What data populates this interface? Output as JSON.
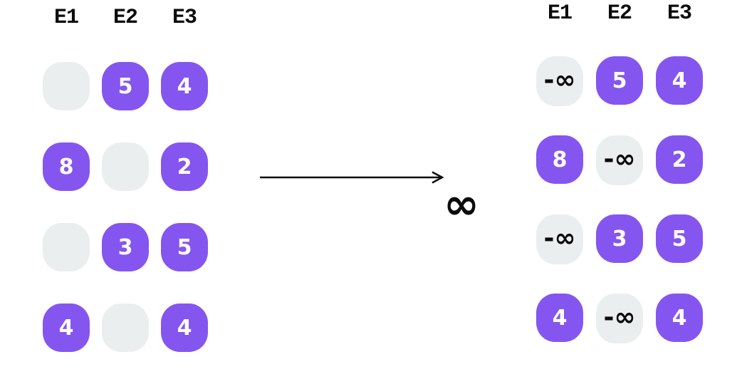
{
  "colors": {
    "purple": "#8555F0",
    "cell_gray": "#EBEEEF",
    "ink": "#0B0B0B",
    "number": "#FFFFFF"
  },
  "left_matrix": {
    "headers": [
      "E1",
      "E2",
      "E3"
    ],
    "rows": [
      [
        "",
        "5",
        "4"
      ],
      [
        "8",
        "",
        "2"
      ],
      [
        "",
        "3",
        "5"
      ],
      [
        "4",
        "",
        "4"
      ]
    ]
  },
  "right_matrix": {
    "headers": [
      "E1",
      "E2",
      "E3"
    ],
    "rows": [
      [
        "-∞",
        "5",
        "4"
      ],
      [
        "8",
        "-∞",
        "2"
      ],
      [
        "-∞",
        "3",
        "5"
      ],
      [
        "4",
        "-∞",
        "4"
      ]
    ]
  },
  "transform": {
    "label": "∞"
  }
}
